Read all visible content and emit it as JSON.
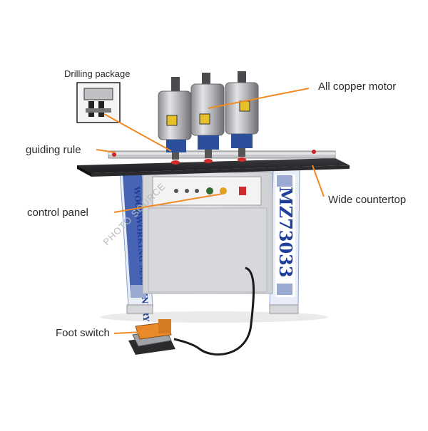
{
  "labels": {
    "drilling_package": "Drilling package",
    "all_copper_motor": "All copper motor",
    "guiding_rule": "guiding rule",
    "wide_countertop": "Wide countertop",
    "control_panel": "control panel",
    "foot_switch": "Foot switch"
  },
  "machine": {
    "model_text": "MZ73033",
    "left_banner_text": "WOODWORKING MACHINERY",
    "watermark": "PHOTO SOURCE"
  },
  "colors": {
    "callout_line": "#f08a24",
    "banner_blue": "#2a4aa8",
    "cabinet_gray": "#dcdde0",
    "foot_switch_orange": "#e8892a"
  }
}
